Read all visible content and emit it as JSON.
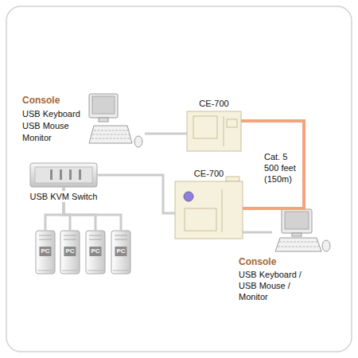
{
  "diagram": {
    "nodes": [
      {
        "text": [
          "Console",
          "USB Keyboard USB Mouse Monitor"
        ]
      },
      {
        "text": [
          "CE-700"
        ]
      },
      {
        "text": [
          "USB KVM Switch"
        ]
      },
      {
        "text": [
          "CE-700"
        ]
      },
      {
        "text": [
          "PC"
        ]
      },
      {
        "text": [
          "PC"
        ]
      },
      {
        "text": [
          "PC"
        ]
      },
      {
        "text": [
          "PC"
        ]
      },
      {
        "text": [
          "Console",
          "USB Keyboard / USB Mouse / Monitor"
        ]
      }
    ],
    "edges": [
      {
        "from": 0,
        "to": 1,
        "arrow": "none"
      },
      {
        "from": 1,
        "to": 3,
        "label": "Cat. 5 500 feet (150m)",
        "arrow": "none"
      },
      {
        "from": 2,
        "to": 3,
        "arrow": "none"
      },
      {
        "from": 3,
        "to": 8,
        "arrow": "none"
      },
      {
        "from": 2,
        "to": 4,
        "arrow": "none"
      },
      {
        "from": 2,
        "to": 5,
        "arrow": "none"
      },
      {
        "from": 2,
        "to": 6,
        "arrow": "none"
      },
      {
        "from": 2,
        "to": 7,
        "arrow": "none"
      }
    ]
  }
}
